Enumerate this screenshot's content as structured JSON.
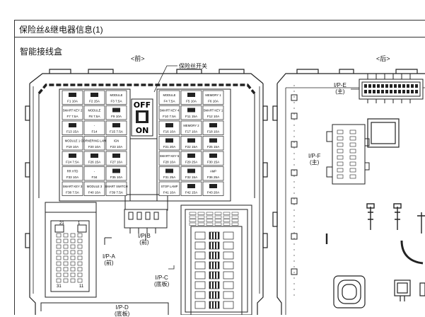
{
  "header": {
    "title": "保险丝&继电器信息(1)"
  },
  "section": {
    "title": "智能接线盒"
  },
  "views": {
    "front": "<前>",
    "rear": "<后>"
  },
  "fuse_switch_label": "保险丝开关",
  "switch": {
    "off": "OFF",
    "on": "ON"
  },
  "connectors": {
    "ipa": {
      "name": "I/P-A",
      "sub": "(前)"
    },
    "ipb": {
      "name": "I/P-B",
      "sub": "(前)"
    },
    "ipc": {
      "name": "I/P-C",
      "sub": "(底板)"
    },
    "ipd": {
      "name": "I/P-D",
      "sub": "(底板)"
    },
    "ipe": {
      "name": "I/P-E",
      "sub": "(主)"
    },
    "ipf": {
      "name": "I/P-F",
      "sub": "(主)"
    }
  },
  "fuses_left": [
    {
      "top": "",
      "bot": "F1 10A"
    },
    {
      "top": "",
      "bot": "F2 15A"
    },
    {
      "top": "MODULE",
      "bot": "F3 7.5A"
    },
    {
      "top": "SMART KEY 2",
      "bot": "F7 7.5A"
    },
    {
      "top": "MODULE",
      "bot": "F8 7.5A"
    },
    {
      "top": "",
      "bot": "F9 10A"
    },
    {
      "top": "",
      "bot": "F13 15A"
    },
    {
      "top": "-",
      "bot": "F14"
    },
    {
      "top": "",
      "bot": "F15 7.5A"
    },
    {
      "top": "MODULE 1",
      "bot": "F19 10A"
    },
    {
      "top": "CORNERING LAMP",
      "bot": "F20 10A"
    },
    {
      "top": "IGN",
      "bot": "F23 10A"
    },
    {
      "top": "",
      "bot": "F24 7.5A"
    },
    {
      "top": "",
      "bot": "F26 15A"
    },
    {
      "top": "",
      "bot": "F27 10A"
    },
    {
      "top": "RR HTD",
      "bot": "F33 10A"
    },
    {
      "top": "-",
      "bot": "F34"
    },
    {
      "top": "",
      "bot": "F35 10A"
    },
    {
      "top": "SMART KEY 3",
      "bot": "F38 7.5A"
    },
    {
      "top": "MODULE 3",
      "bot": "F40 10A"
    },
    {
      "top": "SMART SWITCH",
      "bot": "F39 7.5A"
    }
  ],
  "fuses_right": [
    {
      "top": "MODULE",
      "bot": "F4 7.5A"
    },
    {
      "top": "",
      "bot": "F5 10A"
    },
    {
      "top": "MEMORY 1",
      "bot": "F6 10A"
    },
    {
      "top": "SMART KEY 4",
      "bot": "F10 7.5A"
    },
    {
      "top": "",
      "bot": "F11 15A"
    },
    {
      "top": "SMART KEY 1",
      "bot": "F12 10A"
    },
    {
      "top": "",
      "bot": "F16 10A"
    },
    {
      "top": "MEMORY 2",
      "bot": "F17 10A"
    },
    {
      "top": "",
      "bot": "F18 10A"
    },
    {
      "top": "",
      "bot": "F21 20A"
    },
    {
      "top": "",
      "bot": "F22 15A"
    },
    {
      "top": "",
      "bot": "F25 15A"
    },
    {
      "top": "SMART KEY 5",
      "bot": "F28 10A"
    },
    {
      "top": "",
      "bot": "F29 25A"
    },
    {
      "top": "",
      "bot": "F30 15A"
    },
    {
      "top": "",
      "bot": "F31 25A"
    },
    {
      "top": "",
      "bot": "F32 15A"
    },
    {
      "top": "AMP",
      "bot": "F36 25A"
    },
    {
      "top": "STOP LAMP",
      "bot": "F41 10A"
    },
    {
      "top": "",
      "bot": "F42 15A"
    },
    {
      "top": "",
      "bot": "F43 20A"
    }
  ]
}
